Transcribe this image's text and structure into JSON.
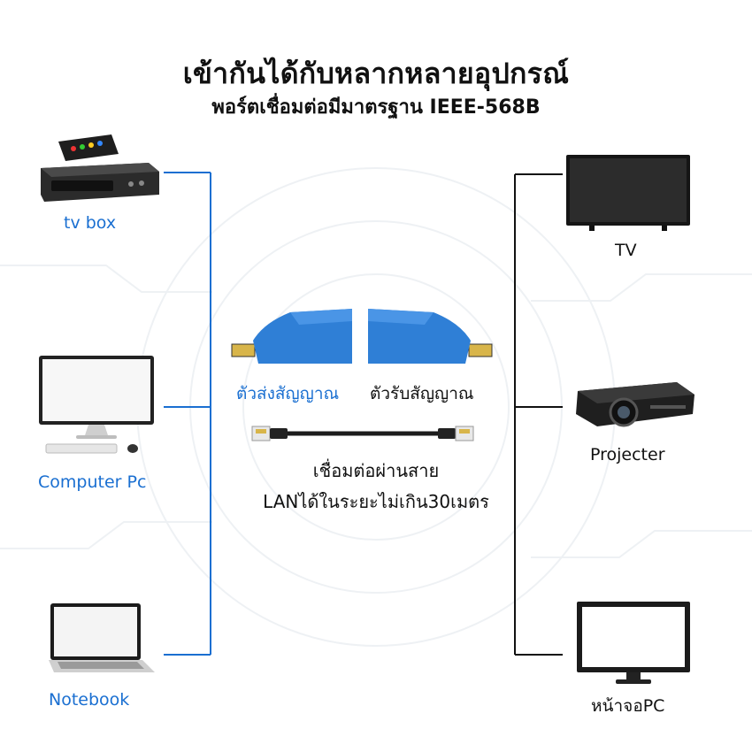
{
  "title": {
    "line1": "เข้ากันได้กับหลากหลายอุปกรณ์",
    "line2": "พอร์ตเชื่อมต่อมีมาตรฐาน IEEE-568B"
  },
  "left_devices": [
    {
      "label": "tv box"
    },
    {
      "label": "Computer Pc"
    },
    {
      "label": "Notebook"
    }
  ],
  "right_devices": [
    {
      "label": "TV"
    },
    {
      "label": "Projecter"
    },
    {
      "label": "หน้าจอPC"
    }
  ],
  "center": {
    "transmitter_label": "ตัวส่งสัญญาณ",
    "receiver_label": "ตัวรับสัญญาณ",
    "cable_text_line1": "เชื่อมต่อผ่านสาย",
    "cable_text_line2": "LANได้ในระยะไม่เกิน30เมตร"
  },
  "colors": {
    "accent_blue": "#1a6fd1",
    "adapter_blue": "#2f7fd6",
    "line_black": "#111111"
  }
}
